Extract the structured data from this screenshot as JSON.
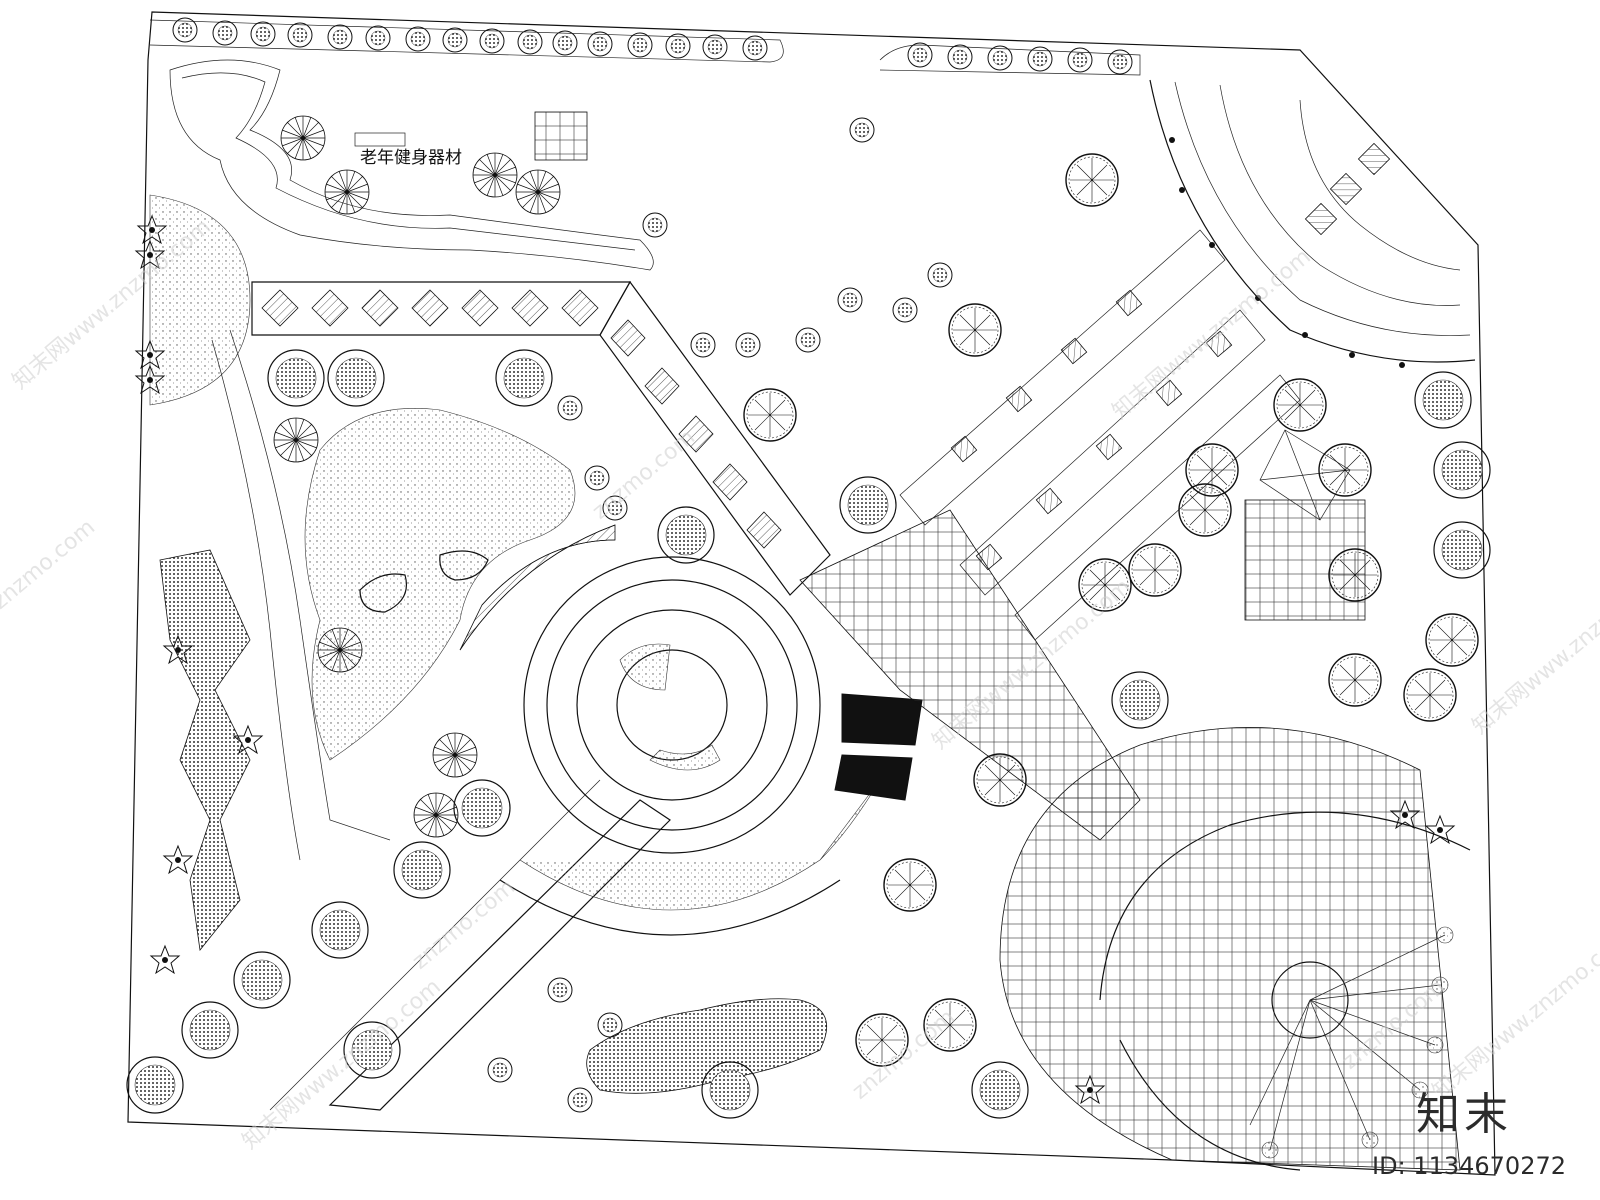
{
  "labels": {
    "fitness_area": "老年健身器材"
  },
  "watermark": {
    "brand": "知末",
    "image_id": "ID: 1134670272",
    "site": "znzmo.com",
    "site_cn": "知末网www.znzmo.com"
  },
  "colors": {
    "line": "#111111",
    "background": "#ffffff",
    "watermark": "#cfcfcf"
  }
}
